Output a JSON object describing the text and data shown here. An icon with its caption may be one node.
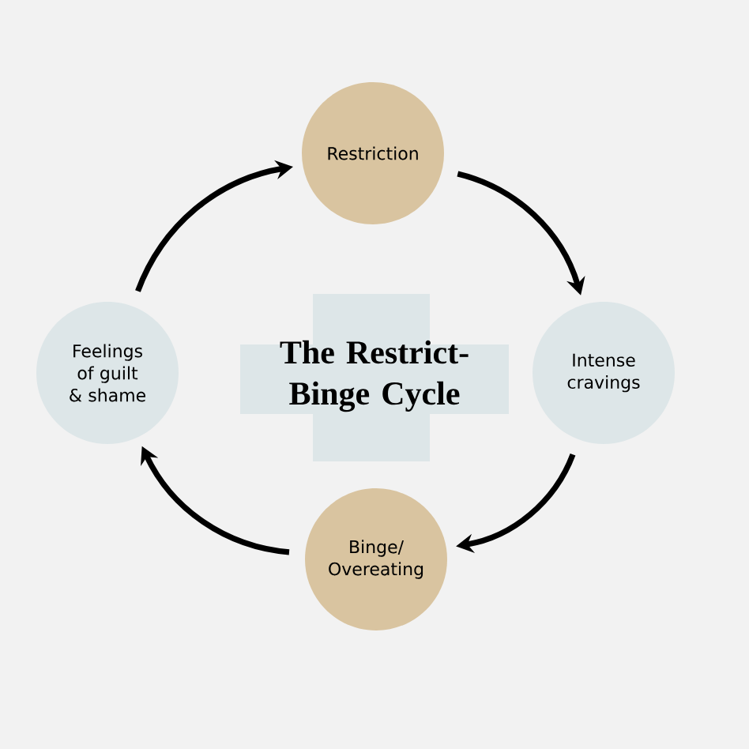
{
  "diagram": {
    "title": "The Restrict-Binge Cycle",
    "nodes": [
      {
        "text": [
          "Restriction"
        ]
      },
      {
        "text": [
          "Intense cravings"
        ]
      },
      {
        "text": [
          "Binge/ Overeating"
        ]
      },
      {
        "text": [
          "Feelings of guilt & shame"
        ]
      }
    ],
    "edges": [
      {
        "from": 0,
        "to": 1,
        "arrow": "to"
      },
      {
        "from": 1,
        "to": 2,
        "arrow": "to"
      },
      {
        "from": 2,
        "to": 3,
        "arrow": "to"
      },
      {
        "from": 3,
        "to": 0,
        "arrow": "to"
      }
    ]
  }
}
